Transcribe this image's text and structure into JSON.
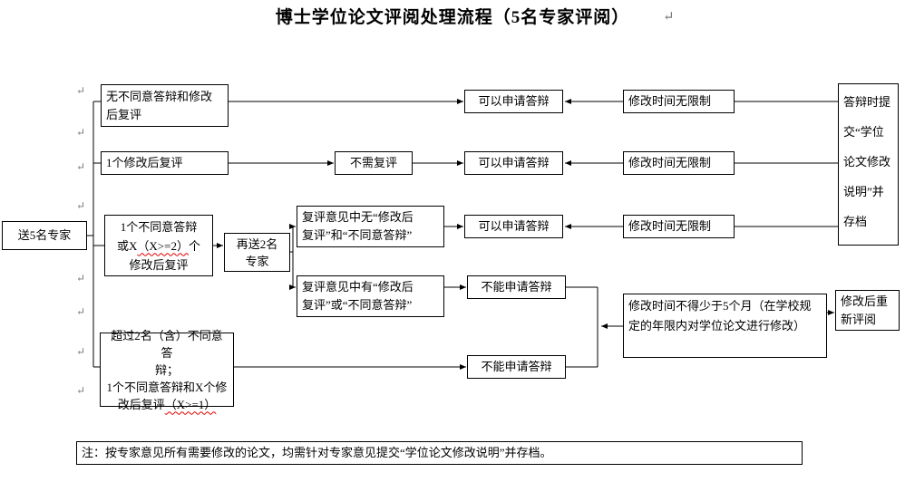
{
  "title": "博士学位论文评阅处理流程（5名专家评阅）",
  "marks": {
    "glyph": "↵"
  },
  "colors": {
    "line": "#000000",
    "squiggle": "#e00000"
  },
  "boxes": {
    "start": {
      "text": "送5名专家"
    },
    "b1": {
      "lines": [
        "无不同意答辩和修改",
        "后复评"
      ]
    },
    "b2": {
      "text": "1个修改后复评"
    },
    "b3": {
      "l1": "1个不同意答辩",
      "l2a": "或X",
      "l2b": "（X>=2）",
      "l2c": "个",
      "l3": "修改后复评"
    },
    "b4": {
      "l1": "超过2名（含）不同意答",
      "l2": "辩；",
      "l3": "1个不同意答辩和X个修",
      "l4a": "改后复评",
      "l4b": "（X>=1）"
    },
    "no_rereview": {
      "text": "不需复评"
    },
    "send_two": {
      "lines": [
        "再送2名",
        "专家"
      ]
    },
    "r_none": {
      "lines": [
        "复评意见中无“修改后",
        "复评”和“不同意答辩”"
      ]
    },
    "r_has": {
      "lines": [
        "复评意见中有“修改后",
        "复评”或“不同意答辩”"
      ]
    },
    "ok1": {
      "text": "可以申请答辩"
    },
    "ok2": {
      "text": "可以申请答辩"
    },
    "ok3": {
      "text": "可以申请答辩"
    },
    "no1": {
      "text": "不能申请答辩"
    },
    "no2": {
      "text": "不能申请答辩"
    },
    "t1": {
      "text": "修改时间无限制"
    },
    "t2": {
      "text": "修改时间无限制"
    },
    "t3": {
      "text": "修改时间无限制"
    },
    "tall": {
      "lines": [
        "答辩时提",
        "交“学位",
        "论文修改",
        "说明”并",
        "存档"
      ]
    },
    "five_month": {
      "text": "修改时间不得少于5个月（在学校规定的年限内对学位论文进行修改）"
    },
    "rereview": {
      "lines": [
        "修改后重",
        "新评阅"
      ]
    },
    "note": {
      "text": "注：按专家意见所有需要修改的论文，均需针对专家意见提交“学位论文修改说明”并存档。"
    }
  }
}
